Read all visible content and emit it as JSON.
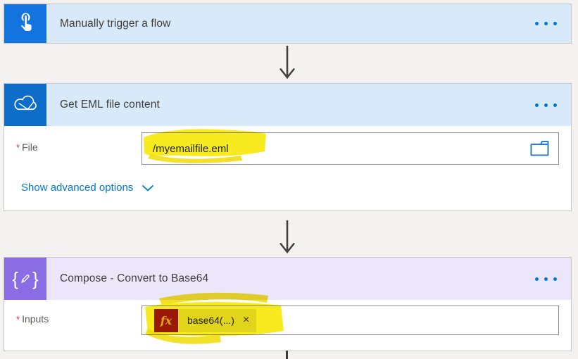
{
  "app": "Power Automate flow designer",
  "ui": {
    "required_marker": "*"
  },
  "colors": {
    "canvas_bg": "#f3f2f1",
    "card_bg": "#ffffff",
    "blue_header_bg": "#d8e9f9",
    "purple_header_bg": "#ece6fb",
    "trigger_icon_bg": "#1374e0",
    "onedrive_icon_bg": "#0d6dc9",
    "compose_icon_bg": "#8a6de4",
    "link_blue": "#0078d4",
    "highlight_marker_yellow": "#f6e90e",
    "fx_badge_bg": "#9e1b1b",
    "fx_badge_text": "#f0b410",
    "required_red": "#d13438",
    "arrow_gray": "#44423f"
  },
  "flow": {
    "steps": [
      {
        "title": "Manually trigger a flow",
        "icon": "manual-trigger-icon",
        "menu_icon": "ellipsis-icon"
      },
      {
        "title": "Get EML file content",
        "icon": "onedrive-icon",
        "menu_icon": "ellipsis-icon",
        "fields": [
          {
            "label": "File",
            "required": true,
            "value": "/myemailfile.eml",
            "picker_icon": "folder-icon",
            "highlighted": true
          }
        ],
        "advanced_link": "Show advanced options"
      },
      {
        "title": "Compose - Convert to Base64",
        "icon": "compose-icon",
        "menu_icon": "ellipsis-icon",
        "fields": [
          {
            "label": "Inputs",
            "required": true,
            "token": {
              "badge": "fx",
              "label": "base64(...)",
              "remove": "×"
            },
            "highlighted": true
          }
        ]
      }
    ],
    "connectors": [
      "arrow-down",
      "arrow-down",
      "line-stub"
    ]
  },
  "annotations": {
    "type": "hand-drawn marker highlight",
    "color": "#f6e90e",
    "targets": [
      "file-input-value",
      "inputs-expression-token"
    ]
  }
}
